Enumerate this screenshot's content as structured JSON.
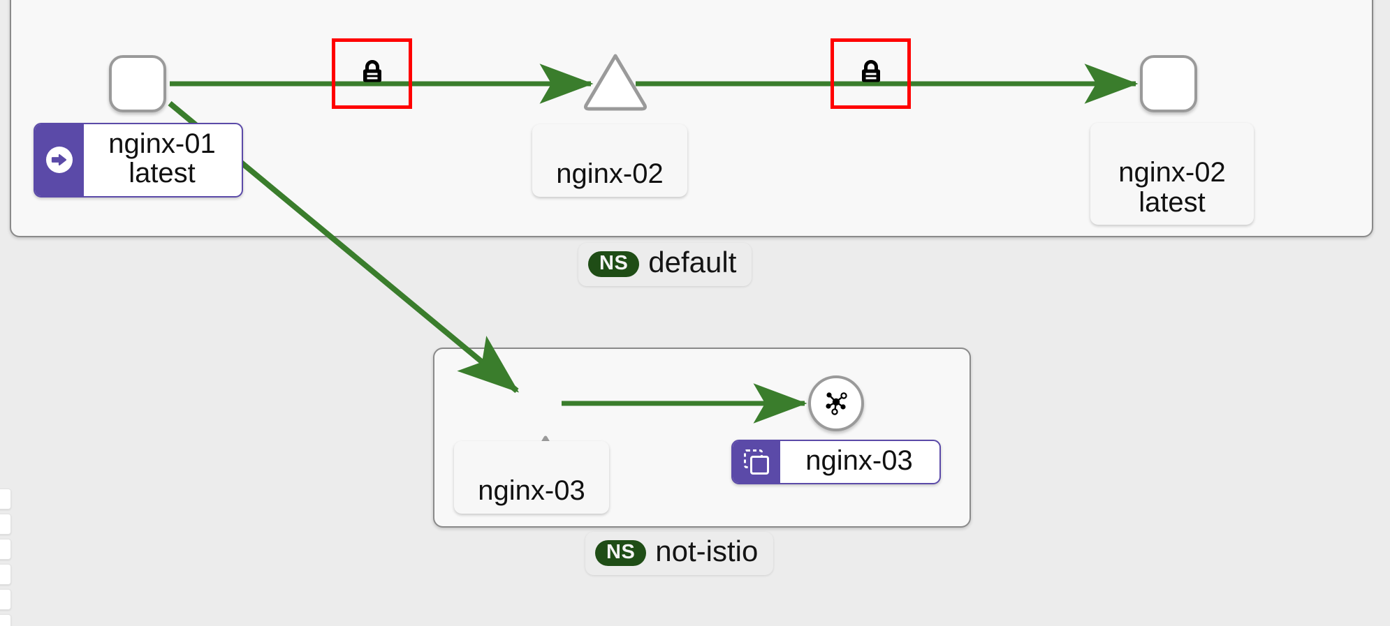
{
  "app": {
    "view": "service-mesh-graph",
    "background_color": "#ececec"
  },
  "colors": {
    "edge_green": "#3a7d2c",
    "selection_red": "#ff0000",
    "namespace_badge_green": "#1f4d16",
    "accent_purple": "#5b4aa8",
    "node_border_gray": "#9a9a9a",
    "box_border_gray": "#8a8a8a"
  },
  "left_toolbar": {
    "name": "graph-toolbar",
    "buttons": [
      {
        "icon": "zoom-fit-icon"
      },
      {
        "icon": "zoom-in-icon"
      },
      {
        "icon": "zoom-out-icon"
      },
      {
        "icon": "layout-icon"
      },
      {
        "icon": "legend-icon"
      },
      {
        "icon": "settings-icon"
      }
    ]
  },
  "namespaces": [
    {
      "id": "default",
      "badge_prefix": "NS",
      "name": "default"
    },
    {
      "id": "not-istio",
      "badge_prefix": "NS",
      "name": "not-istio"
    }
  ],
  "nodes": [
    {
      "id": "nginx-01-workload",
      "shape": "rounded-square",
      "namespace": "default",
      "label": "nginx-01\nlatest",
      "badge_icon": "ingress-arrow-icon",
      "has_badge": true
    },
    {
      "id": "nginx-02-service",
      "shape": "triangle",
      "namespace": "default",
      "label": "nginx-02",
      "badge_icon": null,
      "has_badge": false
    },
    {
      "id": "nginx-02-workload",
      "shape": "rounded-square",
      "namespace": "default",
      "label": "nginx-02\nlatest",
      "badge_icon": null,
      "has_badge": false
    },
    {
      "id": "nginx-03-service",
      "shape": "triangle",
      "namespace": "not-istio",
      "label": "nginx-03",
      "glyph": "cluster-node-icon",
      "badge_icon": null,
      "has_badge": false
    },
    {
      "id": "nginx-03-workload",
      "shape": "circle",
      "namespace": "not-istio",
      "label": "nginx-03",
      "glyph": "cluster-node-icon",
      "badge_icon": "duplicate-squares-icon",
      "has_badge": true
    }
  ],
  "edges": [
    {
      "id": "e1",
      "from": "nginx-01-workload",
      "to": "nginx-02-service",
      "mtls": true,
      "selected": true
    },
    {
      "id": "e2",
      "from": "nginx-02-service",
      "to": "nginx-02-workload",
      "mtls": true,
      "selected": true
    },
    {
      "id": "e3",
      "from": "nginx-01-workload",
      "to": "nginx-03-service",
      "mtls": false,
      "selected": false
    },
    {
      "id": "e4",
      "from": "nginx-03-service",
      "to": "nginx-03-workload",
      "mtls": false,
      "selected": false
    }
  ],
  "mtls_markers": [
    {
      "id": "mtls-1",
      "icon": "lock-icon",
      "edge": "e1"
    },
    {
      "id": "mtls-2",
      "icon": "lock-icon",
      "edge": "e2"
    }
  ]
}
